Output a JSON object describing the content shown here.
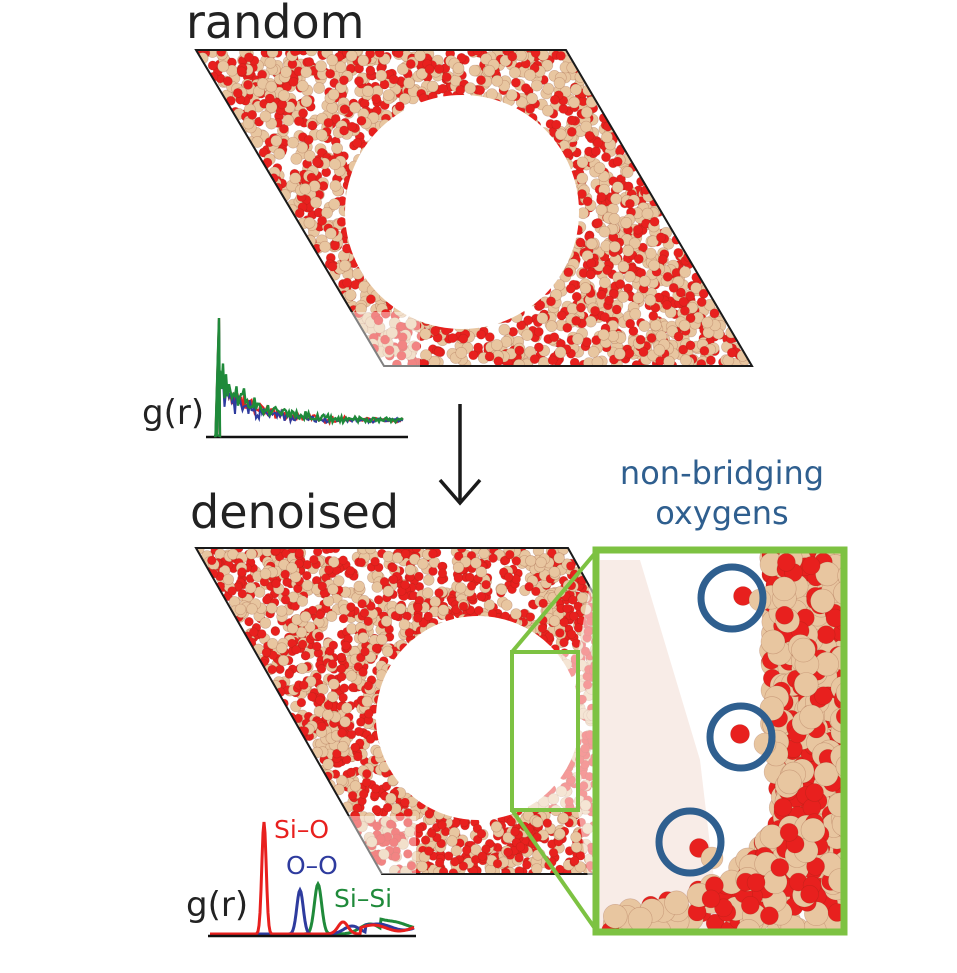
{
  "panels": {
    "top_title": "random",
    "bottom_title": "denoised"
  },
  "top_plot": {
    "ylabel": "g(r)"
  },
  "bottom_plot": {
    "ylabel": "g(r)",
    "curve_labels": [
      "Si–O",
      "O–O",
      "Si–Si"
    ]
  },
  "callout": {
    "line1": "non-bridging",
    "line2": "oxygens"
  },
  "colors": {
    "oxygen": "#e8201e",
    "silicon": "#e8c6a0",
    "si_o": "#e8201e",
    "o_o": "#2e3b9e",
    "si_si": "#1f8a3a",
    "zoom_frame": "#7dc242",
    "callout": "#2f5f8f"
  }
}
